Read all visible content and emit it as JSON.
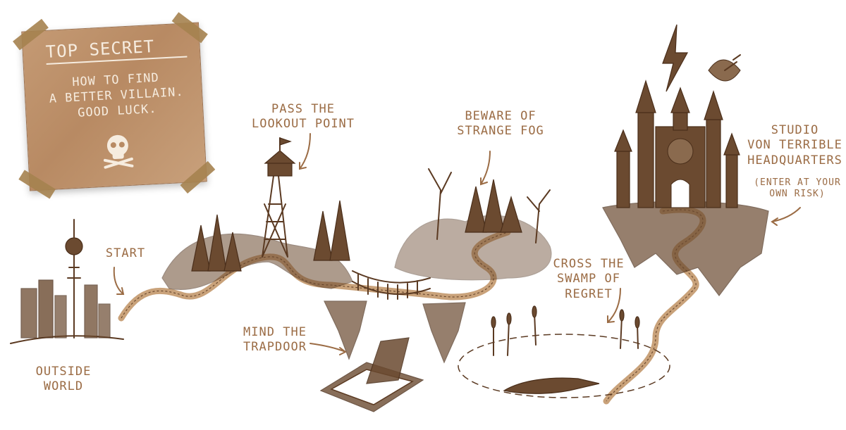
{
  "note": {
    "title": "Top Secret",
    "lines": "How to find\na better villain.\nGood luck."
  },
  "labels": {
    "start": "Start",
    "outside_world": "Outside\nWorld",
    "lookout": "Pass the\nlookout point",
    "trapdoor": "Mind the\ntrapdoor",
    "fog": "Beware of\nstrange fog",
    "swamp": "Cross the\nswamp of\nregret",
    "hq": "Studio\nvon Terrible\nHeadquarters",
    "hq_note": "(Enter at your\nown risk)"
  },
  "colors": {
    "ink": "#5b3a22",
    "label": "#9b6c45",
    "path": "#c9a27a",
    "note_paper": "#c49a74"
  },
  "icons": [
    "skull-crossbones-icon",
    "lightning-bolt-icon",
    "satellite-dish-icon",
    "flag-icon",
    "alligator-icon"
  ]
}
